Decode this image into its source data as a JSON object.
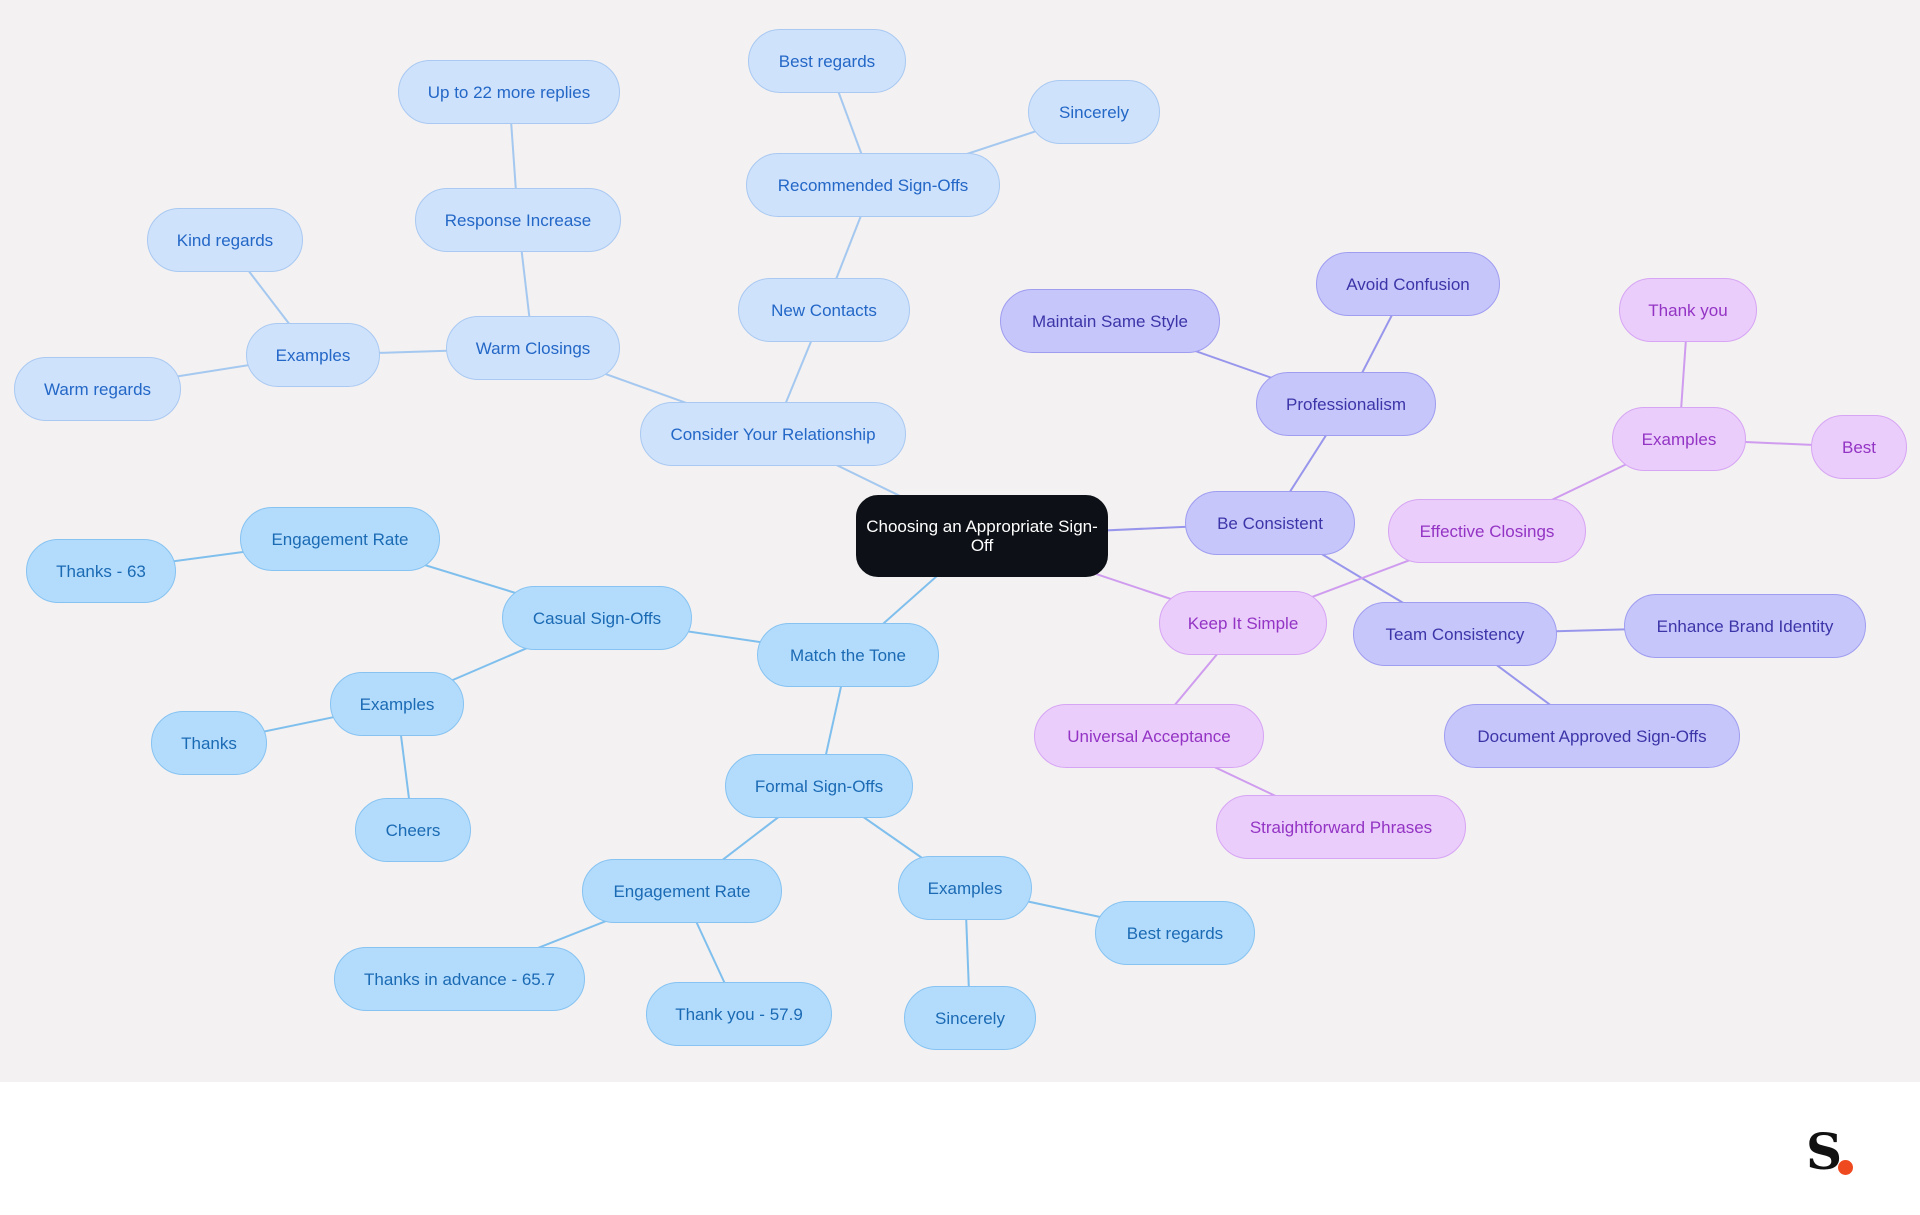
{
  "mindmap": {
    "root": {
      "id": "root",
      "label": "Choosing an Appropriate Sign-Off"
    },
    "branch_colors": {
      "blue1": {
        "fill": "#cfe2fb",
        "stroke": "#a9c9f2",
        "text": "#2367c7",
        "edge": "#a4c8f0"
      },
      "blue2": {
        "fill": "#b3dcfc",
        "stroke": "#86c3f2",
        "text": "#1b6ab4",
        "edge": "#7fbfee"
      },
      "indigo": {
        "fill": "#c7c6fb",
        "stroke": "#9f9df0",
        "text": "#3c35a8",
        "edge": "#9896ec"
      },
      "purple": {
        "fill": "#ebcdfb",
        "stroke": "#d6a5f4",
        "text": "#9334c4",
        "edge": "#cf9cf0"
      },
      "root": {
        "fill": "#0d1117",
        "text": "#ffffff"
      }
    },
    "nodes": [
      {
        "id": "consider",
        "label": "Consider Your Relationship",
        "parent": "root",
        "color": "blue1"
      },
      {
        "id": "newcontacts",
        "label": "New Contacts",
        "parent": "consider",
        "color": "blue1"
      },
      {
        "id": "recommended",
        "label": "Recommended Sign-Offs",
        "parent": "newcontacts",
        "color": "blue1"
      },
      {
        "id": "bestregards1",
        "label": "Best regards",
        "parent": "recommended",
        "color": "blue1"
      },
      {
        "id": "sincerely1",
        "label": "Sincerely",
        "parent": "recommended",
        "color": "blue1"
      },
      {
        "id": "warmclosings",
        "label": "Warm Closings",
        "parent": "consider",
        "color": "blue1"
      },
      {
        "id": "responseinc",
        "label": "Response Increase",
        "parent": "warmclosings",
        "color": "blue1"
      },
      {
        "id": "upto22",
        "label": "Up to 22 more replies",
        "parent": "responseinc",
        "color": "blue1"
      },
      {
        "id": "examples1",
        "label": "Examples",
        "parent": "warmclosings",
        "color": "blue1"
      },
      {
        "id": "kindregards",
        "label": "Kind regards",
        "parent": "examples1",
        "color": "blue1"
      },
      {
        "id": "warmregards",
        "label": "Warm regards",
        "parent": "examples1",
        "color": "blue1"
      },
      {
        "id": "matchtone",
        "label": "Match the Tone",
        "parent": "root",
        "color": "blue2"
      },
      {
        "id": "casual",
        "label": "Casual Sign-Offs",
        "parent": "matchtone",
        "color": "blue2"
      },
      {
        "id": "engage1",
        "label": "Engagement Rate",
        "parent": "casual",
        "color": "blue2"
      },
      {
        "id": "thanks63",
        "label": "Thanks - 63",
        "parent": "engage1",
        "color": "blue2"
      },
      {
        "id": "examples2",
        "label": "Examples",
        "parent": "casual",
        "color": "blue2"
      },
      {
        "id": "thanks",
        "label": "Thanks",
        "parent": "examples2",
        "color": "blue2"
      },
      {
        "id": "cheers",
        "label": "Cheers",
        "parent": "examples2",
        "color": "blue2"
      },
      {
        "id": "formal",
        "label": "Formal Sign-Offs",
        "parent": "matchtone",
        "color": "blue2"
      },
      {
        "id": "engage2",
        "label": "Engagement Rate",
        "parent": "formal",
        "color": "blue2"
      },
      {
        "id": "thanksadv",
        "label": "Thanks in advance - 65.7",
        "parent": "engage2",
        "color": "blue2"
      },
      {
        "id": "thankyou579",
        "label": "Thank you - 57.9",
        "parent": "engage2",
        "color": "blue2"
      },
      {
        "id": "examples3",
        "label": "Examples",
        "parent": "formal",
        "color": "blue2"
      },
      {
        "id": "bestregards2",
        "label": "Best regards",
        "parent": "examples3",
        "color": "blue2"
      },
      {
        "id": "sincerely2",
        "label": "Sincerely",
        "parent": "examples3",
        "color": "blue2"
      },
      {
        "id": "beconsistent",
        "label": "Be Consistent",
        "parent": "root",
        "color": "indigo"
      },
      {
        "id": "professionalism",
        "label": "Professionalism",
        "parent": "beconsistent",
        "color": "indigo"
      },
      {
        "id": "avoidconf",
        "label": "Avoid Confusion",
        "parent": "professionalism",
        "color": "indigo"
      },
      {
        "id": "maintain",
        "label": "Maintain Same Style",
        "parent": "professionalism",
        "color": "indigo"
      },
      {
        "id": "teamcons",
        "label": "Team Consistency",
        "parent": "beconsistent",
        "color": "indigo"
      },
      {
        "id": "enhance",
        "label": "Enhance Brand Identity",
        "parent": "teamcons",
        "color": "indigo"
      },
      {
        "id": "document",
        "label": "Document Approved Sign-Offs",
        "parent": "teamcons",
        "color": "indigo"
      },
      {
        "id": "keepsimple",
        "label": "Keep It Simple",
        "parent": "root",
        "color": "purple"
      },
      {
        "id": "effective",
        "label": "Effective Closings",
        "parent": "keepsimple",
        "color": "purple"
      },
      {
        "id": "examples4",
        "label": "Examples",
        "parent": "effective",
        "color": "purple"
      },
      {
        "id": "thankyou",
        "label": "Thank you",
        "parent": "examples4",
        "color": "purple"
      },
      {
        "id": "best",
        "label": "Best",
        "parent": "examples4",
        "color": "purple"
      },
      {
        "id": "universal",
        "label": "Universal Acceptance",
        "parent": "keepsimple",
        "color": "purple"
      },
      {
        "id": "straight",
        "label": "Straightforward Phrases",
        "parent": "universal",
        "color": "purple"
      }
    ]
  },
  "logo": {
    "letter": "S",
    "dot_color": "#ef4a1f",
    "icon": "brand-logo-icon"
  }
}
